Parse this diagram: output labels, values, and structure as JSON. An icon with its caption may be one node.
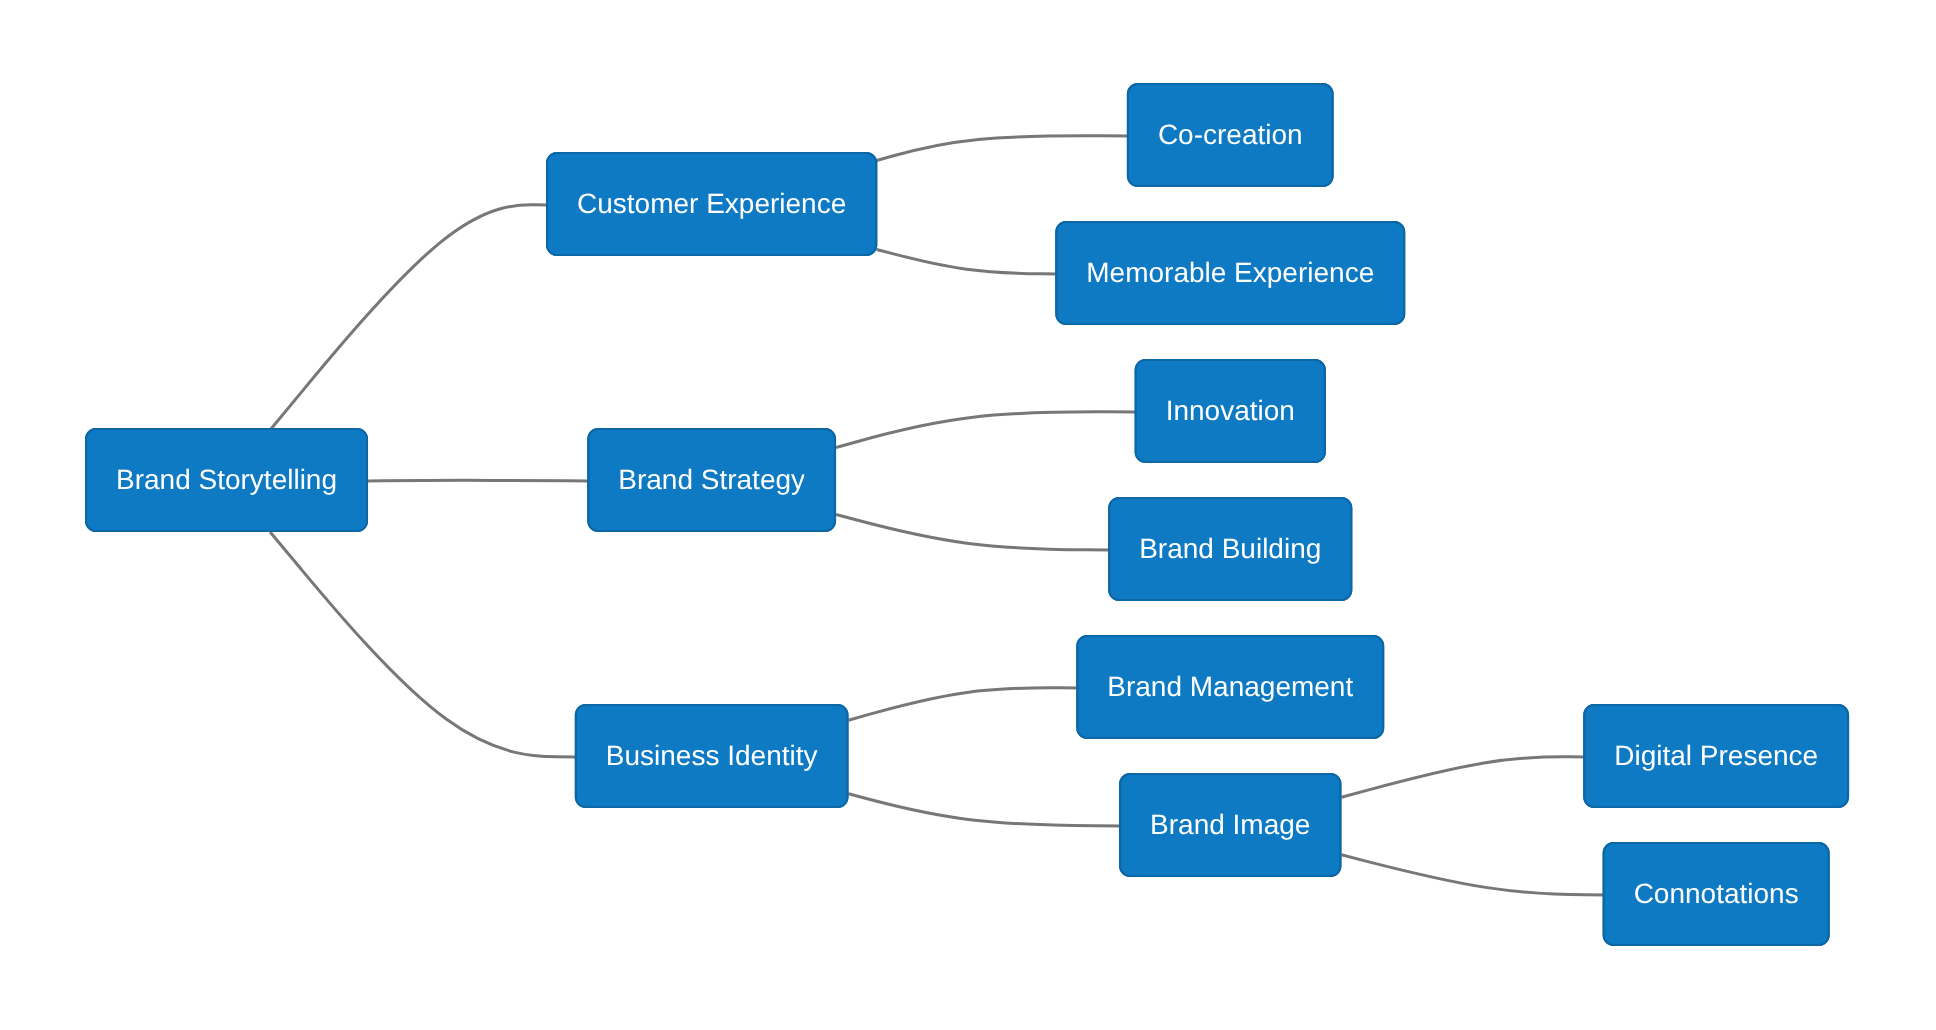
{
  "diagram": {
    "nodes": [
      {
        "text": [
          "Brand Storytelling"
        ]
      },
      {
        "text": [
          "Customer Experience"
        ]
      },
      {
        "text": [
          "Co-creation"
        ]
      },
      {
        "text": [
          "Memorable Experience"
        ]
      },
      {
        "text": [
          "Brand Strategy"
        ]
      },
      {
        "text": [
          "Innovation"
        ]
      },
      {
        "text": [
          "Brand Building"
        ]
      },
      {
        "text": [
          "Business Identity"
        ]
      },
      {
        "text": [
          "Brand Management"
        ]
      },
      {
        "text": [
          "Brand Image"
        ]
      },
      {
        "text": [
          "Digital Presence"
        ]
      },
      {
        "text": [
          "Connotations"
        ]
      }
    ],
    "edges": [
      {
        "from": 0,
        "to": 1,
        "arrow": "none"
      },
      {
        "from": 1,
        "to": 2,
        "arrow": "none"
      },
      {
        "from": 1,
        "to": 3,
        "arrow": "none"
      },
      {
        "from": 0,
        "to": 4,
        "arrow": "none"
      },
      {
        "from": 4,
        "to": 5,
        "arrow": "none"
      },
      {
        "from": 4,
        "to": 6,
        "arrow": "none"
      },
      {
        "from": 0,
        "to": 7,
        "arrow": "none"
      },
      {
        "from": 7,
        "to": 8,
        "arrow": "none"
      },
      {
        "from": 7,
        "to": 9,
        "arrow": "none"
      },
      {
        "from": 9,
        "to": 10,
        "arrow": "none"
      },
      {
        "from": 9,
        "to": 11,
        "arrow": "none"
      }
    ]
  }
}
